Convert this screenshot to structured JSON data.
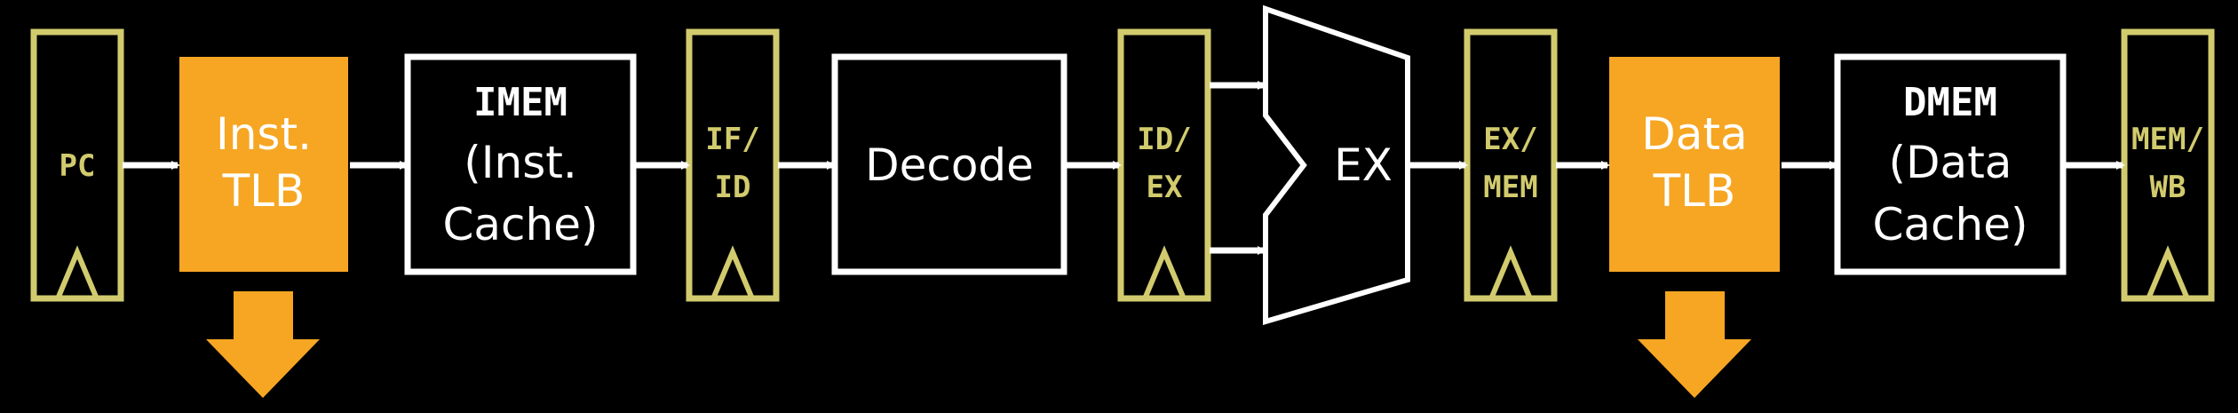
{
  "colors": {
    "background": "#000000",
    "register": "#d2cb6e",
    "tlb": "#f6a623",
    "box": "#ffffff"
  },
  "registers": {
    "pc": [
      "PC"
    ],
    "if_id": [
      "IF/",
      "ID"
    ],
    "id_ex": [
      "ID/",
      "EX"
    ],
    "ex_mem": [
      "EX/",
      "MEM"
    ],
    "mem_wb": [
      "MEM/",
      "WB"
    ]
  },
  "stages": {
    "inst_tlb": [
      "Inst.",
      "TLB"
    ],
    "imem_title": "IMEM",
    "imem_sub": [
      "(Inst.",
      "Cache)"
    ],
    "decode": "Decode",
    "ex": "EX",
    "data_tlb": [
      "Data",
      "TLB"
    ],
    "dmem_title": "DMEM",
    "dmem_sub": [
      "(Data",
      "Cache)"
    ]
  },
  "icons": {
    "register_clock": "triangle-clock-icon",
    "flow": "right-arrow-icon",
    "tlb_down": "down-arrow-icon"
  }
}
